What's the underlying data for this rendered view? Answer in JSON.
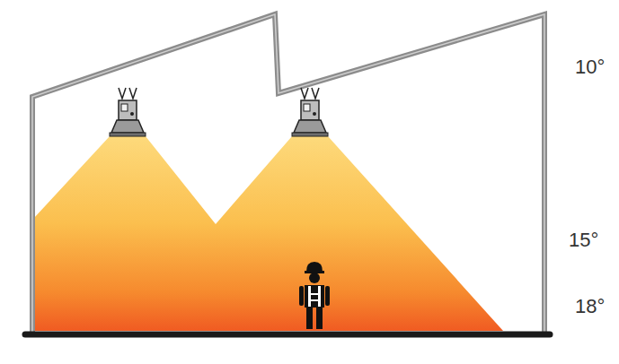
{
  "diagram": {
    "labels": [
      "10°",
      "15°",
      "18°"
    ]
  }
}
